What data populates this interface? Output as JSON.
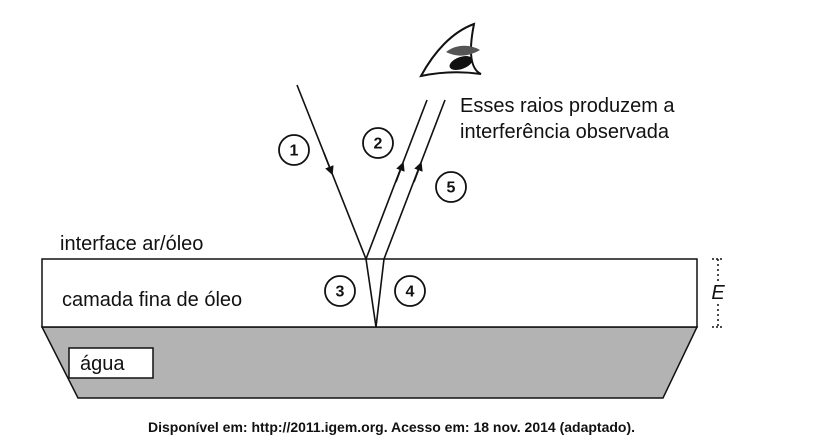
{
  "caption": {
    "line1": "Esses raios produzem a",
    "line2": "interferência observada"
  },
  "labels": {
    "interface": "interface ar/óleo",
    "film": "camada fina de óleo",
    "water": "água",
    "thickness": "E"
  },
  "rays": [
    {
      "number": "1"
    },
    {
      "number": "2"
    },
    {
      "number": "3"
    },
    {
      "number": "4"
    },
    {
      "number": "5"
    }
  ],
  "source": "Disponível em: http://2011.igem.org. Acesso em: 18 nov. 2014 (adaptado).",
  "colors": {
    "water": "#b3b3b3",
    "line": "#111111",
    "background": "#ffffff"
  }
}
